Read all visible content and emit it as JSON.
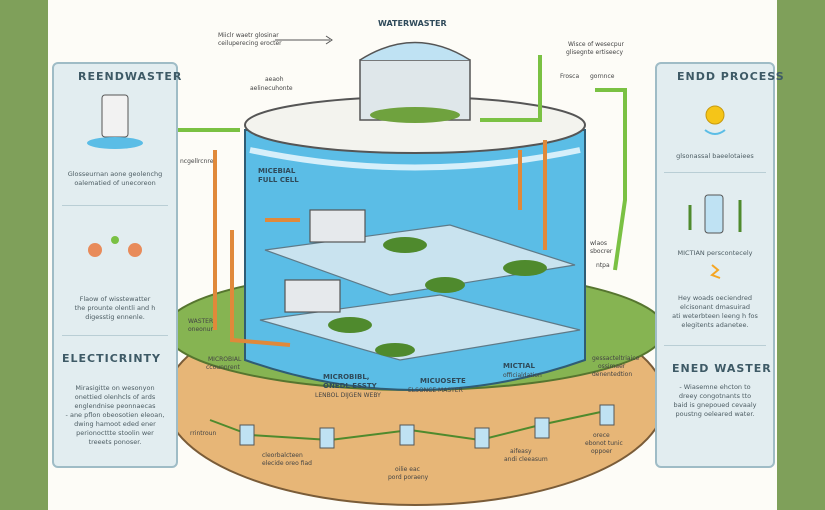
{
  "title": "WATERWASTER",
  "left_panel": {
    "top_heading": "REENDWASTER",
    "top_text_1": "Glosseurnan aone geolenchg",
    "top_text_2": "oalematied of unecoreon",
    "mid_text_1": "Flaow of wisstewatter",
    "mid_text_2": "the prounte olentli and h",
    "mid_text_3": "digesstig ennenle.",
    "bottom_heading": "ELECTICRINTY",
    "bottom_text_1": "Mirasigitte on wesonyon",
    "bottom_text_2": "onettied olenhcls of ards",
    "bottom_text_3": "englendnise peonnaecas",
    "bottom_text_4": "- ane pflon obeosotien eleoan,",
    "bottom_text_5": "dwing hamoot eded ener",
    "bottom_text_6": "perionocttte stoolin wer",
    "bottom_text_7": "treeets ponoser."
  },
  "right_panel": {
    "top_heading": "ENDD PROCESS",
    "top_text": "glsonassal baeelotaiees",
    "mid_text": "MICTIAN perscontecely",
    "mid_text_2": "Hey woads oeciendred",
    "mid_text_3": "elcisonant dmasuirad",
    "mid_text_4": "ati weterbteen leeng h fos",
    "mid_text_5": "elegitents adanetee.",
    "bottom_heading": "ENED WASTER",
    "bottom_text_1": "- Wiasemne ehcton to",
    "bottom_text_2": "dreey congotnants tto",
    "bottom_text_3": "baid is gnepoued cevaaly",
    "bottom_text_4": "poustng oeleared water."
  },
  "labels": {
    "top_left_1": "Miiclr waetr glosinar",
    "top_left_2": "ceiluperecing erocter",
    "top_left_3": "aeaoh",
    "top_left_4": "aelinecuhonte",
    "top_right_1": "Wisce of wesecpur",
    "top_right_2": "glisegnte ertiseecy",
    "top_right_3": "Frosca",
    "top_right_4": "gornnce",
    "left_arrow": "ncgellrcnre",
    "mfc": "MICEBIAL",
    "mfc_2": "FULL CELL",
    "right_mid_1": "wlaos",
    "right_mid_2": "sbocrer",
    "right_mid_3": "ntpa",
    "waster": "WASTER",
    "waster_2": "oneonur",
    "micro_left": "MICROBIAL",
    "micro_left_2": "ccounnrent",
    "center_1": "MICROBIBL,",
    "center_2": "ONEDL ESSTY",
    "center_3": "LENBOL DIJGEN WEBY",
    "center_4": "MICUOSETE",
    "center_5": "ELSONCE MASTER",
    "right_micro": "MICTIAL",
    "right_micro_2": "officialdation",
    "right_bottom_1": "gessacteltriaice",
    "right_bottom_2": "ossimaer",
    "right_bottom_3": "denentedtion",
    "bottom_1": "rrintroun",
    "bottom_2": "cleorbalcteen",
    "bottom_3": "elecide oreo fiad",
    "bottom_4": "oilie eac",
    "bottom_5": "pord poraeny",
    "bottom_6": "aifeasy",
    "bottom_7": "andi cleeasum",
    "bottom_8": "orece",
    "bottom_9": "ebonot tunic",
    "bottom_10": "oppoer"
  },
  "colors": {
    "water": "#5bbde6",
    "soil": "#e7b677",
    "grass": "#86b452",
    "panel": "#e2edf0",
    "pipe": "#e0893a",
    "green_pipe": "#7ac143"
  }
}
